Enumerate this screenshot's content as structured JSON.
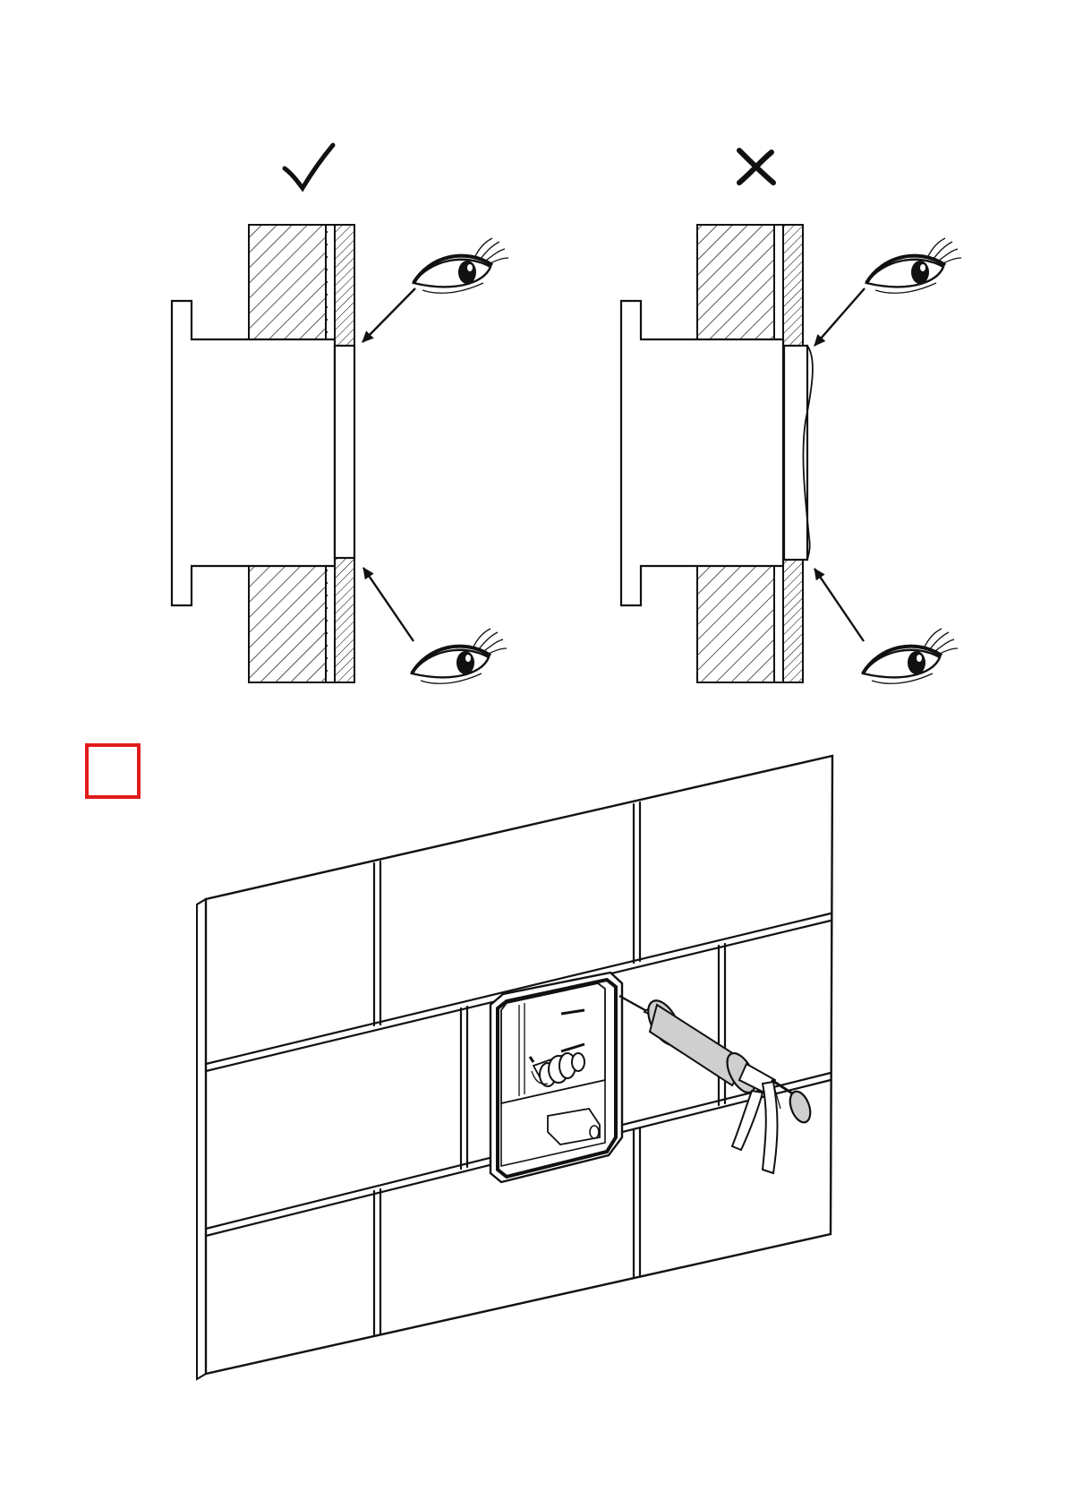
{
  "colors": {
    "ink": "#111111",
    "paper": "#ffffff",
    "step_box_border": "#e01b1b",
    "caulk_fill": "#cfcfcf"
  },
  "icons": {
    "correct": "check-mark-icon",
    "incorrect": "cross-mark-icon",
    "viewer": "eye-icon",
    "step_marker": "empty-step-box"
  },
  "panels": [
    {
      "name": "correct-panel",
      "verdict": "correct"
    },
    {
      "name": "incorrect-panel",
      "verdict": "incorrect"
    }
  ]
}
